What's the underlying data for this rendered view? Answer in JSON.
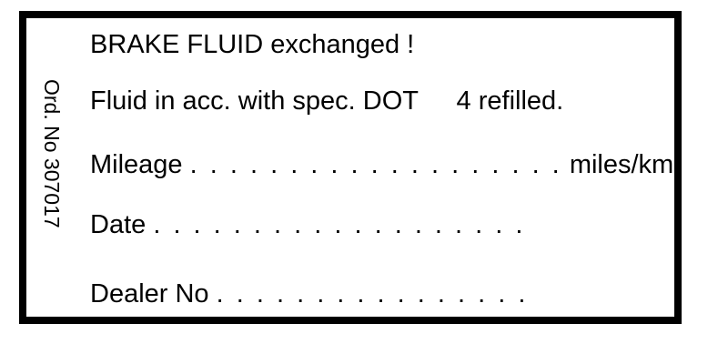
{
  "label": {
    "order_number": "Ord. No 307017",
    "title": "BRAKE FLUID exchanged !",
    "fluid_prefix": "Fluid in acc. with spec. DOT",
    "fluid_dot_value": "4",
    "fluid_suffix": "refilled.",
    "mileage_label": "Mileage",
    "mileage_dots": ". . . . . . . . . . . . . . . . . . .",
    "mileage_unit": "miles/km",
    "date_label": "Date",
    "date_dots": ". . . . . . . . . . . . . . . . . . .",
    "dealer_label": "Dealer No",
    "dealer_dots": ". . . . . . . . . . . . . . . ."
  }
}
